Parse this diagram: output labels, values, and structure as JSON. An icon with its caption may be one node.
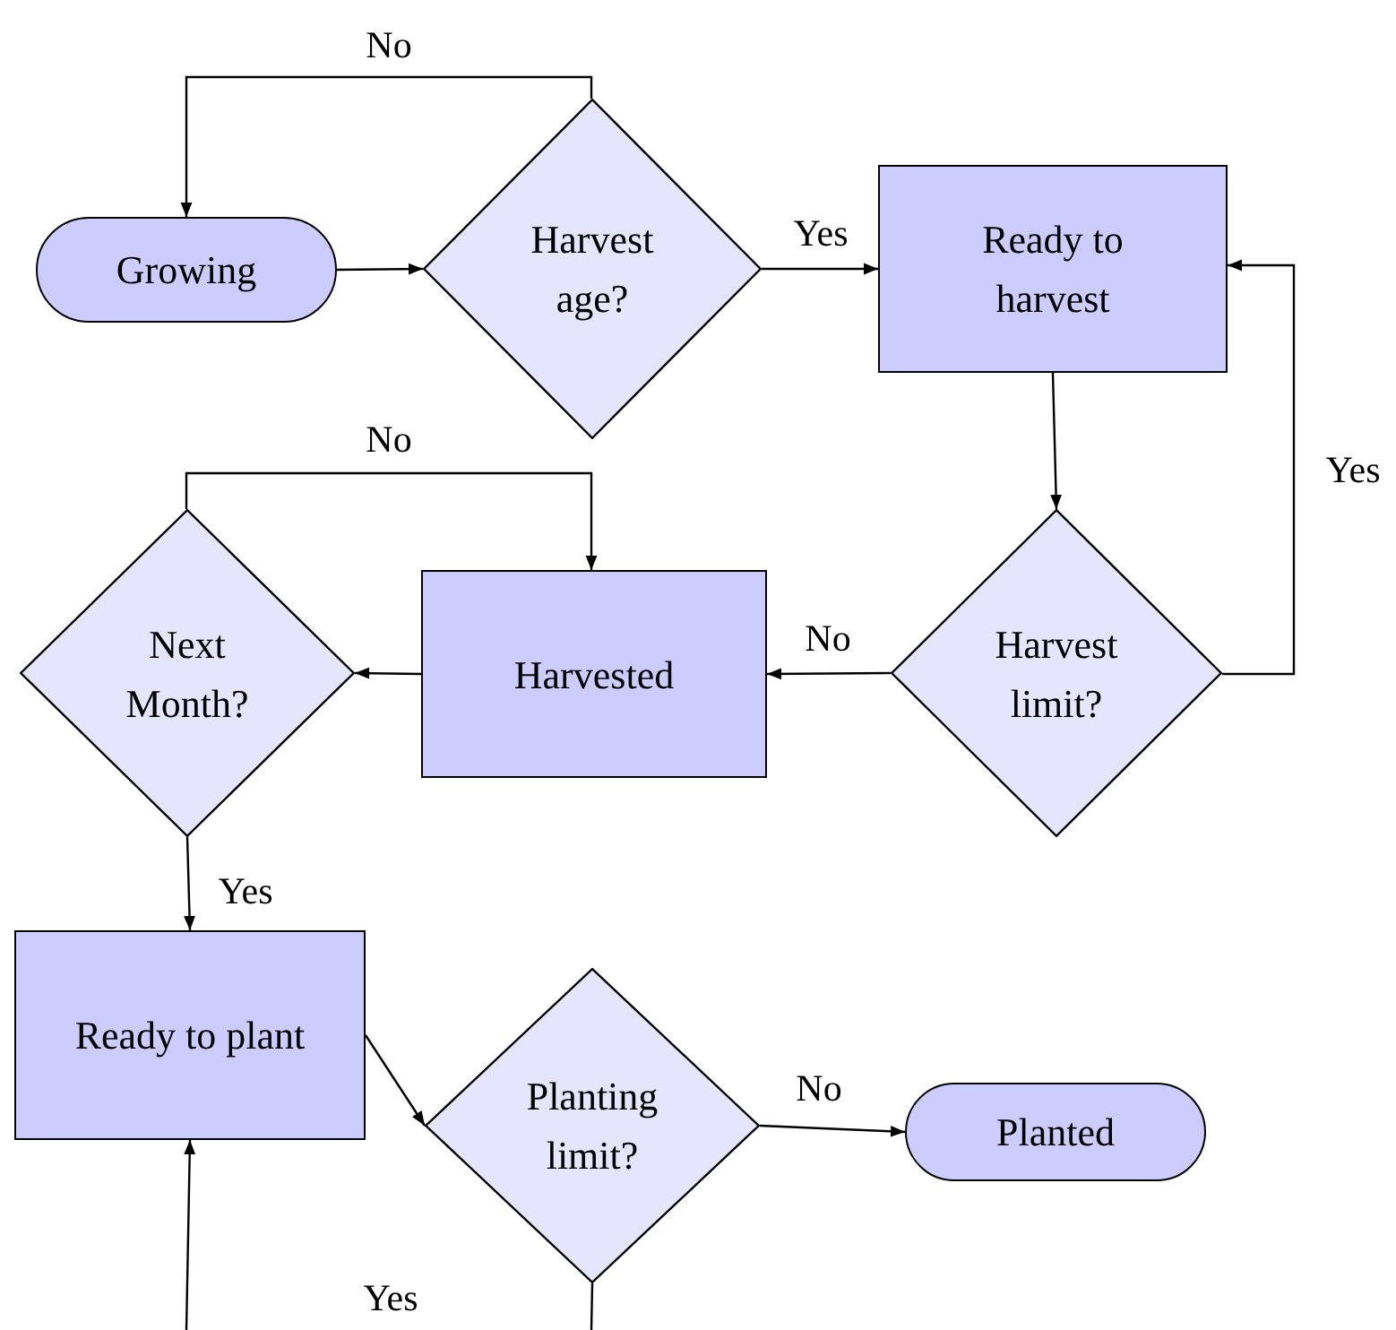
{
  "diagram": {
    "nodes": [
      {
        "text": [
          "Growing"
        ]
      },
      {
        "text": [
          "Harvest age?"
        ]
      },
      {
        "text": [
          "Ready to harvest"
        ]
      },
      {
        "text": [
          "Harvest limit?"
        ]
      },
      {
        "text": [
          "Harvested"
        ]
      },
      {
        "text": [
          "Next Month?"
        ]
      },
      {
        "text": [
          "Ready to plant"
        ]
      },
      {
        "text": [
          "Planting limit?"
        ]
      },
      {
        "text": [
          "Planted"
        ]
      }
    ],
    "edges": [
      {
        "from": 0,
        "to": 1,
        "arrow": "to"
      },
      {
        "from": 1,
        "to": 0,
        "arrow": "to",
        "label": "No"
      },
      {
        "from": 1,
        "to": 2,
        "arrow": "to",
        "label": "Yes"
      },
      {
        "from": 2,
        "to": 3,
        "arrow": "to"
      },
      {
        "from": 3,
        "to": 2,
        "arrow": "to",
        "label": "Yes"
      },
      {
        "from": 3,
        "to": 4,
        "arrow": "to",
        "label": "No"
      },
      {
        "from": 4,
        "to": 5,
        "arrow": "to"
      },
      {
        "from": 5,
        "to": 4,
        "arrow": "to",
        "label": "No"
      },
      {
        "from": 5,
        "to": 6,
        "arrow": "to",
        "label": "Yes"
      },
      {
        "from": 6,
        "to": 7,
        "arrow": "to"
      },
      {
        "from": 7,
        "to": 8,
        "arrow": "to",
        "label": "No"
      },
      {
        "from": 7,
        "to": null,
        "arrow": "none",
        "label": "Yes"
      },
      {
        "from": null,
        "to": 6,
        "arrow": "to"
      }
    ]
  }
}
